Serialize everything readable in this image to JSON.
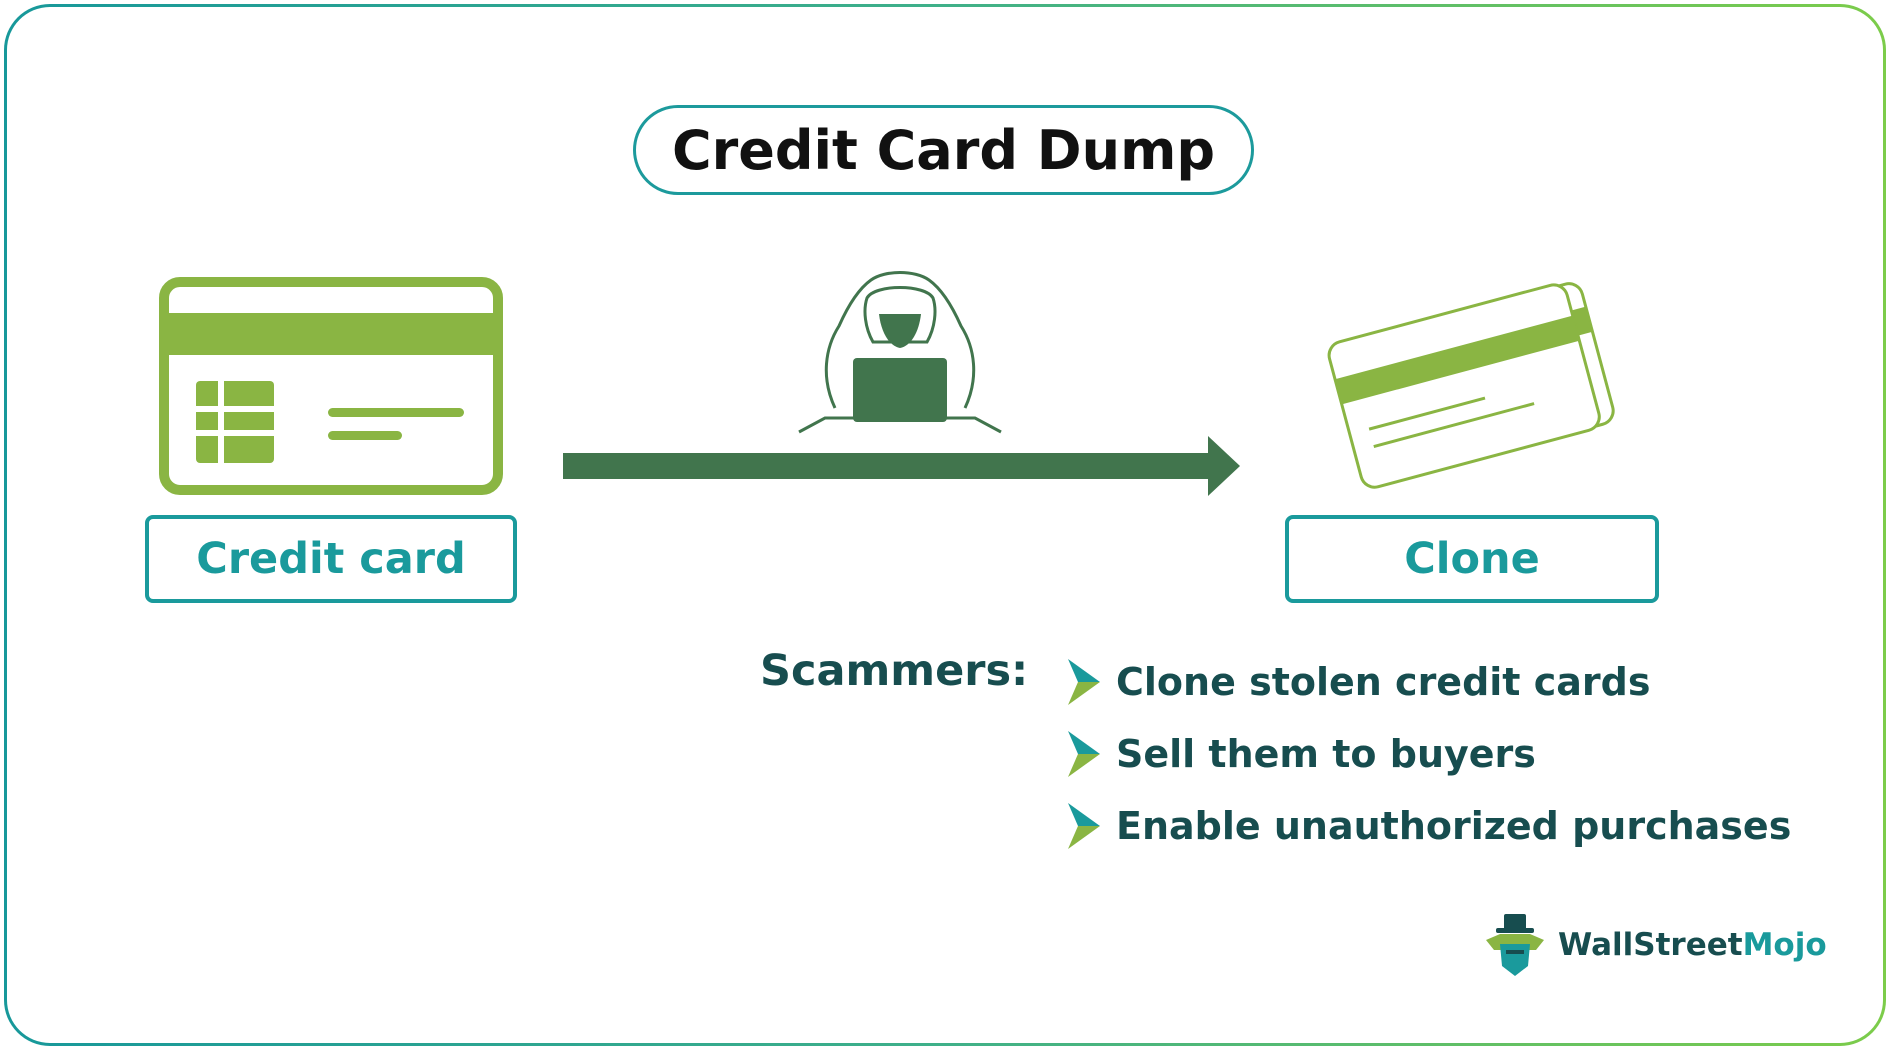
{
  "title": "Credit Card Dump",
  "source_label": "Credit card",
  "target_label": "Clone",
  "scammers": {
    "label": "Scammers:",
    "points": [
      "Clone stolen credit cards",
      "Sell them to buyers",
      "Enable unauthorized purchases"
    ]
  },
  "brand": {
    "part1": "WallStreet",
    "part2": "Mojo"
  },
  "colors": {
    "card_green": "#8ab543",
    "arrow_green": "#41754d",
    "teal": "#1a9a9c",
    "dark_text": "#174d4f"
  },
  "icons": [
    "credit-card-icon",
    "hacker-icon",
    "flow-arrow-icon",
    "cloned-cards-icon",
    "bullet-arrow-icon",
    "brand-logo-icon"
  ]
}
